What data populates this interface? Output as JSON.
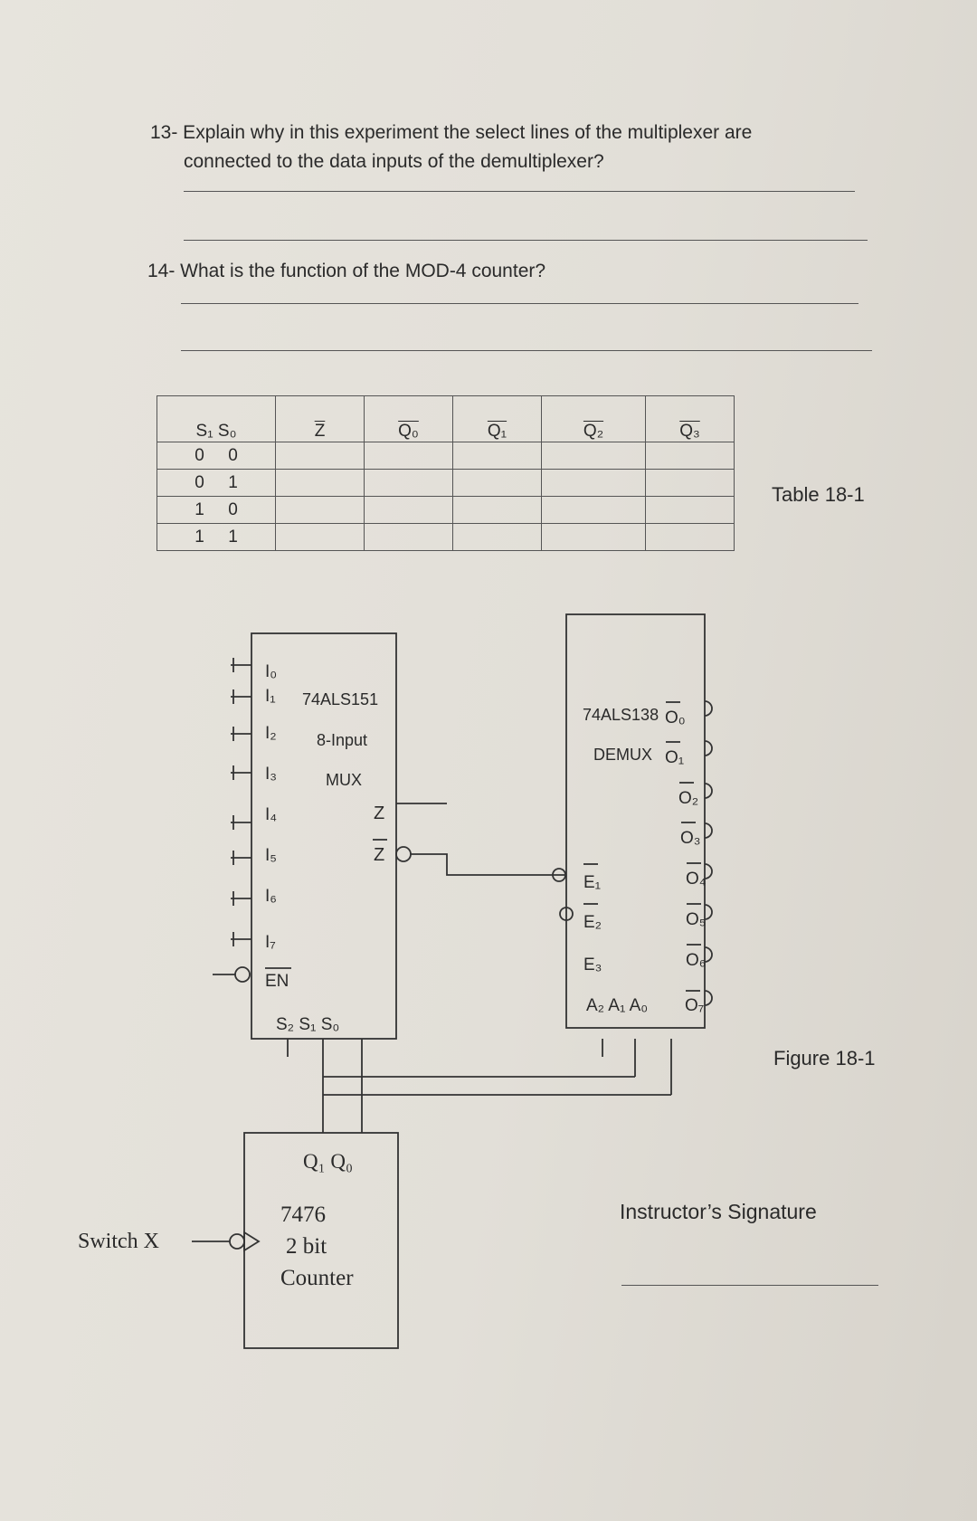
{
  "questions": {
    "q13_line1": "13- Explain why in this experiment the select lines of the multiplexer are",
    "q13_line2": "connected to the data inputs of the demultiplexer?",
    "q14": "14- What is the function of the MOD-4 counter?"
  },
  "table": {
    "caption": "Table 18-1",
    "headers": [
      "S₁ S₀",
      "Z",
      "Q₀",
      "Q₁",
      "Q₂",
      "Q₃"
    ],
    "rows": [
      [
        "0",
        "0"
      ],
      [
        "0",
        "1"
      ],
      [
        "1",
        "0"
      ],
      [
        "1",
        "1"
      ]
    ]
  },
  "figure": {
    "caption": "Figure 18-1",
    "mux": {
      "part": "74ALS151",
      "desc1": "8-Input",
      "desc2": "MUX",
      "inputs": [
        "I₀",
        "I₁",
        "I₂",
        "I₃",
        "I₄",
        "I₅",
        "I₆",
        "I₇"
      ],
      "enable": "EN",
      "out_z": "Z",
      "out_zbar": "Z",
      "select": "S₂  S₁  S₀"
    },
    "demux": {
      "part": "74ALS138",
      "desc": "DEMUX",
      "outputs": [
        "O₀",
        "O₁",
        "O₂",
        "O₃",
        "O₄",
        "O₅",
        "O₆",
        "O₇"
      ],
      "enables": [
        "E₁",
        "E₂",
        "E₃"
      ],
      "address": "A₂  A₁  A₀"
    },
    "counter": {
      "outputs": "Q₁   Q₀",
      "part": "7476",
      "desc1": "2 bit",
      "desc2": "Counter"
    },
    "switch": "Switch X"
  },
  "signature": {
    "label": "Instructor’s Signature"
  }
}
